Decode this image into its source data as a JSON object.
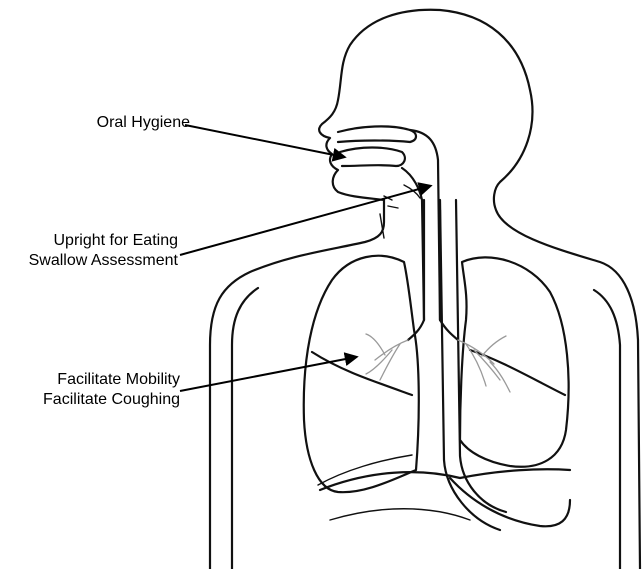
{
  "labels": {
    "oral_hygiene": "Oral Hygiene",
    "upright_line1": "Upright for Eating",
    "upright_line2": "Swallow Assessment",
    "mobility_line1": "Facilitate Mobility",
    "mobility_line2": "Facilitate Coughing"
  },
  "colors": {
    "stroke": "#111111",
    "bronchi": "#9a9a9a",
    "background": "#ffffff"
  }
}
